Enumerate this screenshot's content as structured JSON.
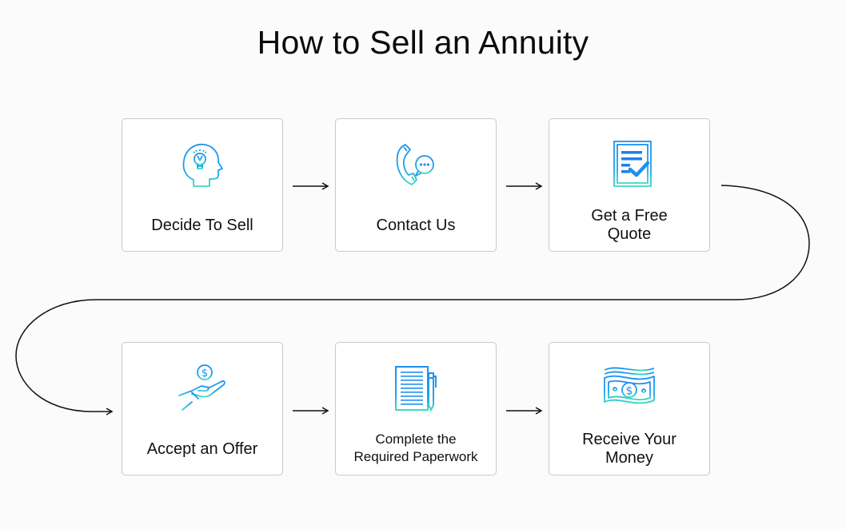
{
  "title": "How to Sell an Annuity",
  "colors": {
    "icon_gradient_top": "#1e90f0",
    "icon_gradient_bottom": "#3fd9c0",
    "card_border": "#c9c9c9",
    "background": "#fbfbfb",
    "arrow": "#111111"
  },
  "steps": [
    {
      "label": "Decide To Sell",
      "icon": "head-lightbulb-icon"
    },
    {
      "label": "Contact Us",
      "icon": "phone-chat-icon"
    },
    {
      "label_line1": "Get a Free",
      "label_line2": "Quote",
      "icon": "document-checkmark-icon"
    },
    {
      "label": "Accept an Offer",
      "icon": "hand-coin-icon"
    },
    {
      "label_line1": "Complete the",
      "label_line2": "Required Paperwork",
      "icon": "paperwork-pen-icon"
    },
    {
      "label_line1": "Receive Your",
      "label_line2": "Money",
      "icon": "dollar-bill-icon"
    }
  ]
}
